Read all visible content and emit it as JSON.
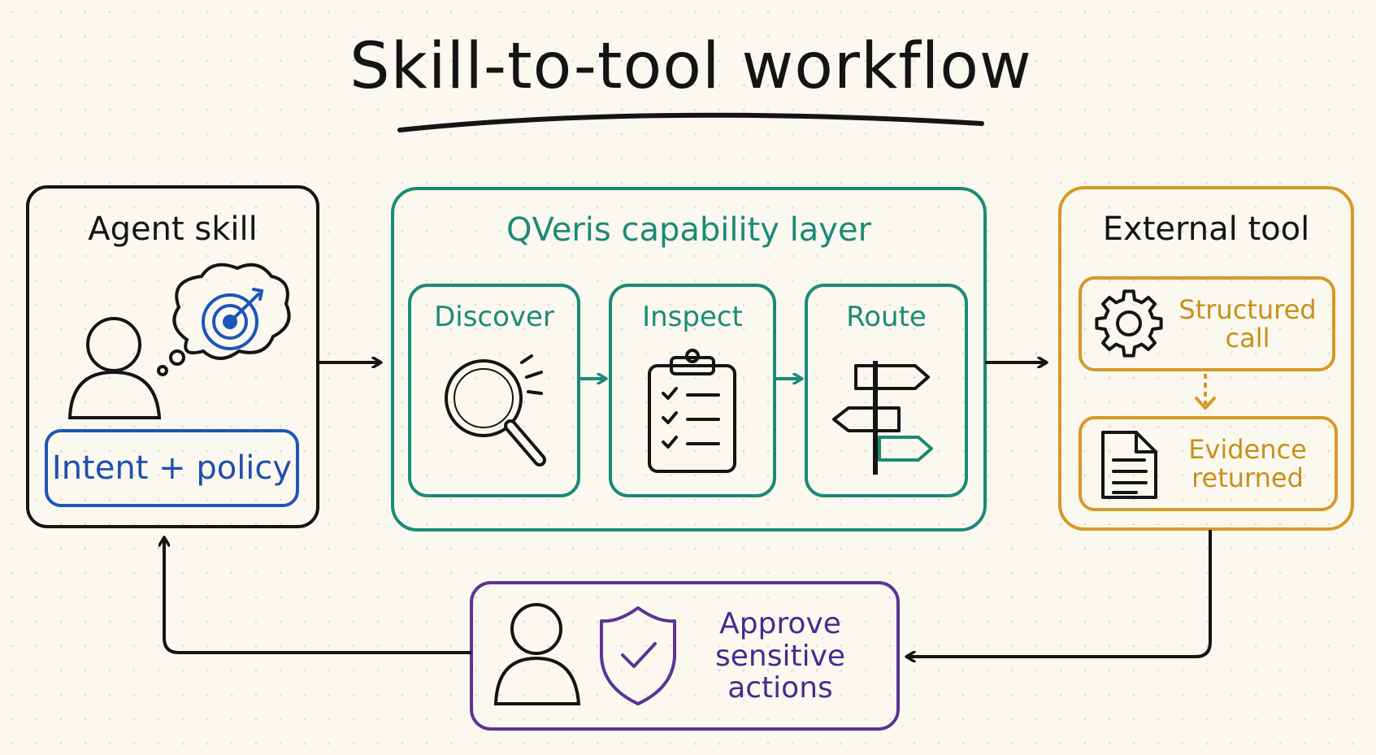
{
  "title": "Skill-to-tool workflow",
  "agent": {
    "heading": "Agent skill",
    "intent_label": "Intent + policy"
  },
  "capability": {
    "heading": "QVeris capability layer",
    "steps": [
      {
        "label": "Discover",
        "icon": "magnifier-icon"
      },
      {
        "label": "Inspect",
        "icon": "clipboard-checklist-icon"
      },
      {
        "label": "Route",
        "icon": "signpost-icon"
      }
    ]
  },
  "external": {
    "heading": "External tool",
    "call_label": "Structured call",
    "evidence_label": "Evidence returned"
  },
  "approval": {
    "label": "Approve sensitive actions"
  },
  "colors": {
    "black": "#151515",
    "teal": "#1c8a78",
    "orange": "#d49a2a",
    "blue": "#1f55b8",
    "purple": "#5b3596",
    "background": "#fbf8ef"
  }
}
